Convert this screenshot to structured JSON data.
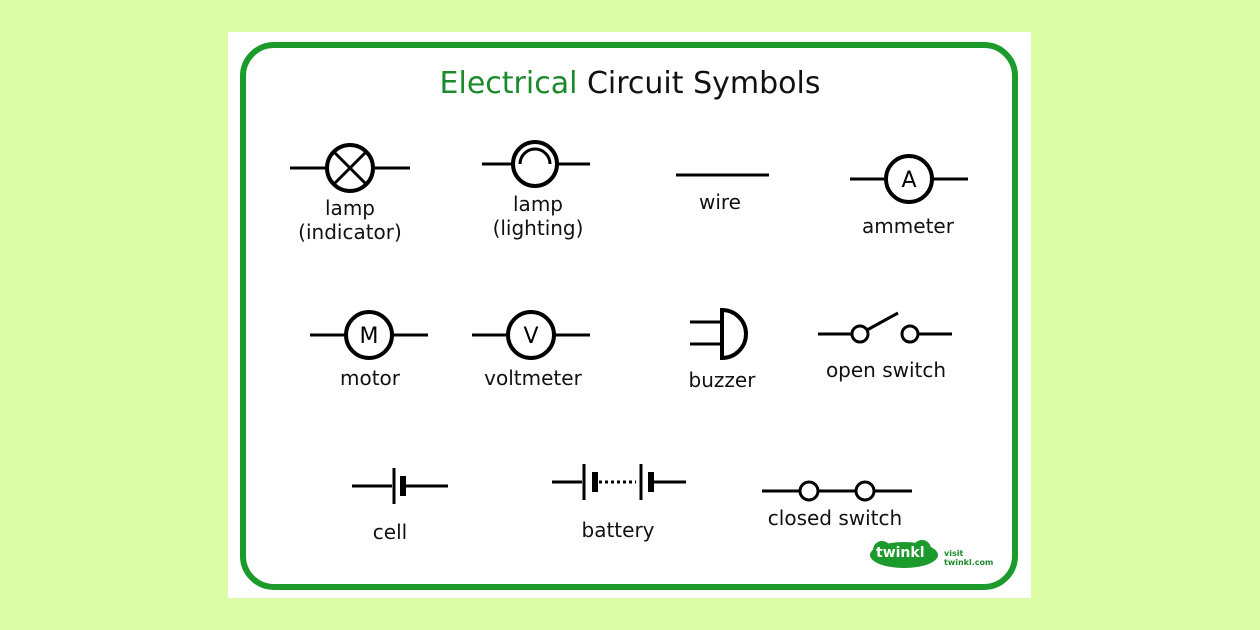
{
  "title": {
    "accent": "Electrical",
    "rest": "Circuit Symbols"
  },
  "colors": {
    "background": "#ddfca6",
    "frame": "#1c9a2c",
    "accent_text": "#1c8a2c"
  },
  "symbols": {
    "lamp_indicator": {
      "line1": "lamp",
      "line2": "(indicator)"
    },
    "lamp_lighting": {
      "line1": "lamp",
      "line2": "(lighting)"
    },
    "wire": "wire",
    "ammeter": {
      "label": "ammeter",
      "letter": "A"
    },
    "motor": {
      "label": "motor",
      "letter": "M"
    },
    "voltmeter": {
      "label": "voltmeter",
      "letter": "V"
    },
    "buzzer": "buzzer",
    "open_switch": "open switch",
    "cell": "cell",
    "battery": "battery",
    "closed_switch": "closed switch"
  },
  "logo": {
    "word": "twinkl",
    "url": "visit twinkl.com"
  }
}
